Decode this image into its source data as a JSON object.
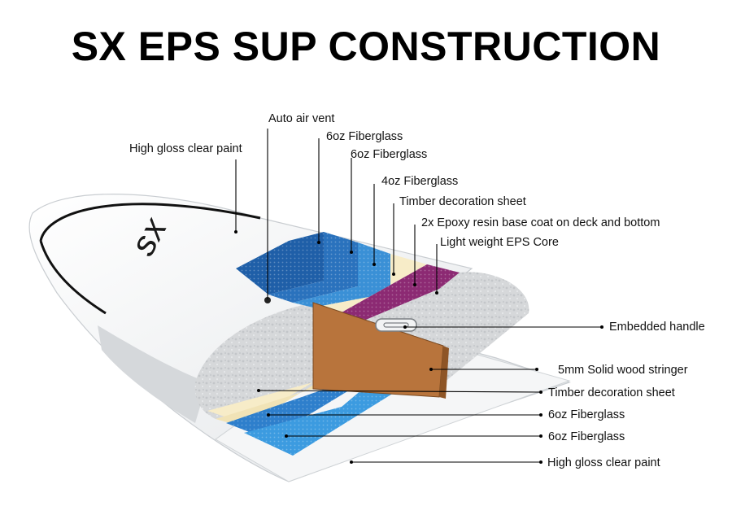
{
  "title": "SX EPS SUP CONSTRUCTION",
  "logo_text": "SX",
  "labels": {
    "auto_air_vent": "Auto air vent",
    "top_gloss": "High gloss clear paint",
    "top_fiberglass_1": "6oz Fiberglass",
    "top_fiberglass_2": "6oz Fiberglass",
    "top_fiberglass_4oz": "4oz Fiberglass",
    "top_timber": "Timber decoration sheet",
    "epoxy_base": "2x Epoxy resin base coat on deck and bottom",
    "eps_core": "Light weight EPS Core",
    "handle": "Embedded handle",
    "stringer": "5mm Solid wood stringer",
    "bottom_timber": "Timber decoration sheet",
    "bottom_fiberglass_1": "6oz Fiberglass",
    "bottom_fiberglass_2": "6oz Fiberglass",
    "bottom_gloss": "High gloss clear paint"
  },
  "colors": {
    "fiberglass_dark": "#1f5fa8",
    "fiberglass_mid": "#2e7fcc",
    "fiberglass_light": "#3c9be0",
    "timber_sheet": "#f7ecc8",
    "epoxy": "#8c2a73",
    "eps_core": "#d4d6d8",
    "stringer": "#b8743c",
    "board_shell": "#eceff1"
  }
}
